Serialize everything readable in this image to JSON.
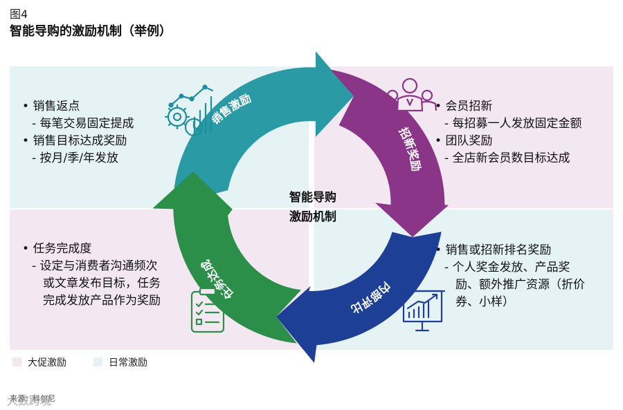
{
  "figure_label": "图4",
  "title": "智能导购的激励机制（举例）",
  "center_text": [
    "智能导购",
    "激励机制"
  ],
  "cycle": [
    {
      "label": "销售激励",
      "color": "#2a9aa5"
    },
    {
      "label": "招新奖励",
      "color": "#8b3589"
    },
    {
      "label": "内部评比",
      "color": "#1e3f96"
    },
    {
      "label": "任务达成",
      "color": "#2b8f49"
    }
  ],
  "quadrants": {
    "top_left": {
      "icon": "gears-chart-icon",
      "items": [
        {
          "kind": "bullet",
          "text": "销售返点"
        },
        {
          "kind": "sub",
          "text": "每笔交易固定提成"
        },
        {
          "kind": "bullet",
          "text": "销售目标达成奖励"
        },
        {
          "kind": "sub",
          "text": "按月/季/年发放"
        }
      ]
    },
    "top_right": {
      "icon": "people-group-icon",
      "items": [
        {
          "kind": "bullet",
          "text": "会员招新"
        },
        {
          "kind": "sub",
          "text": "每招募一人发放固定金额"
        },
        {
          "kind": "bullet",
          "text": "团队奖励"
        },
        {
          "kind": "sub",
          "text": "全店新会员数目标达成"
        }
      ]
    },
    "bottom_left": {
      "icon": "clipboard-checklist-icon",
      "items": [
        {
          "kind": "bullet",
          "text": "任务完成度"
        },
        {
          "kind": "sub",
          "text": "设定与消费者沟通频次"
        },
        {
          "kind": "cont",
          "text": "或文章发布目标，任务"
        },
        {
          "kind": "cont",
          "text": "完成发放产品作为奖励"
        }
      ]
    },
    "bottom_right": {
      "icon": "presentation-chart-icon",
      "items": [
        {
          "kind": "bullet",
          "text": "销售或招新排名奖励"
        },
        {
          "kind": "sub",
          "text": "个人奖金发放、产品奖"
        },
        {
          "kind": "cont",
          "text": "励、额外推广资源（折价"
        },
        {
          "kind": "cont",
          "text": "券、小样）"
        }
      ]
    }
  },
  "legend": [
    {
      "label": "大促激励",
      "color": "#f3e7f2"
    },
    {
      "label": "日常激励",
      "color": "#e6f3f5"
    }
  ],
  "source": "来源：科尔尼",
  "watermark": "大数跨境"
}
